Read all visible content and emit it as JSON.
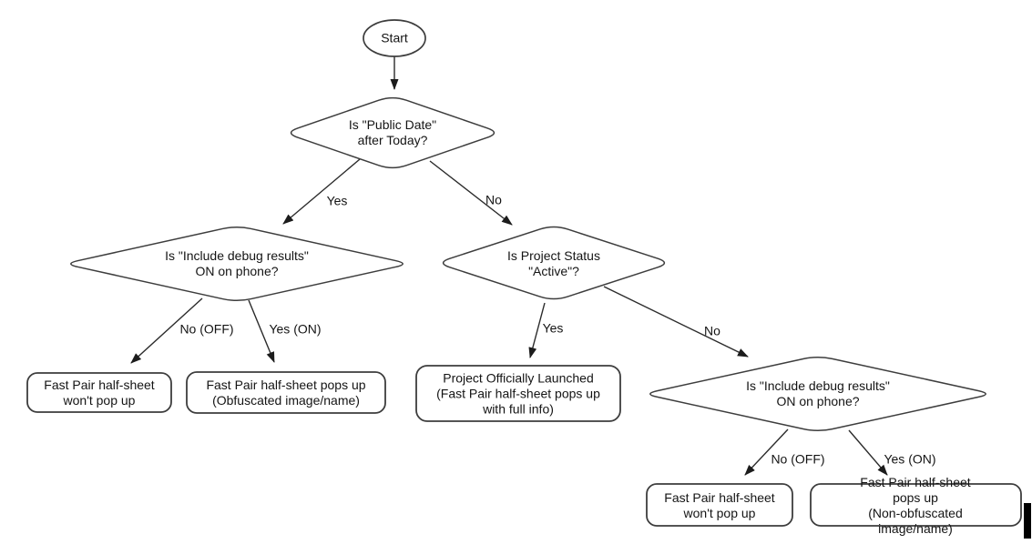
{
  "canvas": {
    "background": "#ffffff",
    "shape_stroke_color": "#3d3d3d",
    "arrow_color": "#2b2b2b",
    "text_color": "#141414"
  },
  "nodes": {
    "start": {
      "type": "terminator",
      "text": "Start"
    },
    "public_date": {
      "type": "decision",
      "text": "Is \"Public Date\"\nafter Today?"
    },
    "debug_left": {
      "type": "decision",
      "text": "Is \"Include debug results\"\nON on phone?"
    },
    "project_status": {
      "type": "decision",
      "text": "Is Project Status\n\"Active\"?"
    },
    "debug_right": {
      "type": "decision",
      "text": "Is \"Include debug results\"\nON on phone?"
    },
    "no_popup_left": {
      "type": "result",
      "text": "Fast Pair half-sheet\nwon't pop up"
    },
    "obfuscated": {
      "type": "result",
      "text": "Fast Pair half-sheet pops up\n(Obfuscated image/name)"
    },
    "launched": {
      "type": "result",
      "text": "Project Officially Launched\n(Fast Pair half-sheet pops up\nwith full info)"
    },
    "no_popup_right": {
      "type": "result",
      "text": "Fast Pair half-sheet\nwon't pop up"
    },
    "non_obfuscated": {
      "type": "result",
      "text": "Fast Pair half-sheet pops up\n(Non-obfuscated image/name)"
    }
  },
  "edge_labels": {
    "yes_main": "Yes",
    "no_main": "No",
    "no_off_left": "No (OFF)",
    "yes_on_left": "Yes (ON)",
    "yes_mid": "Yes",
    "no_mid": "No",
    "no_off_right": "No (OFF)",
    "yes_on_right": "Yes (ON)"
  }
}
